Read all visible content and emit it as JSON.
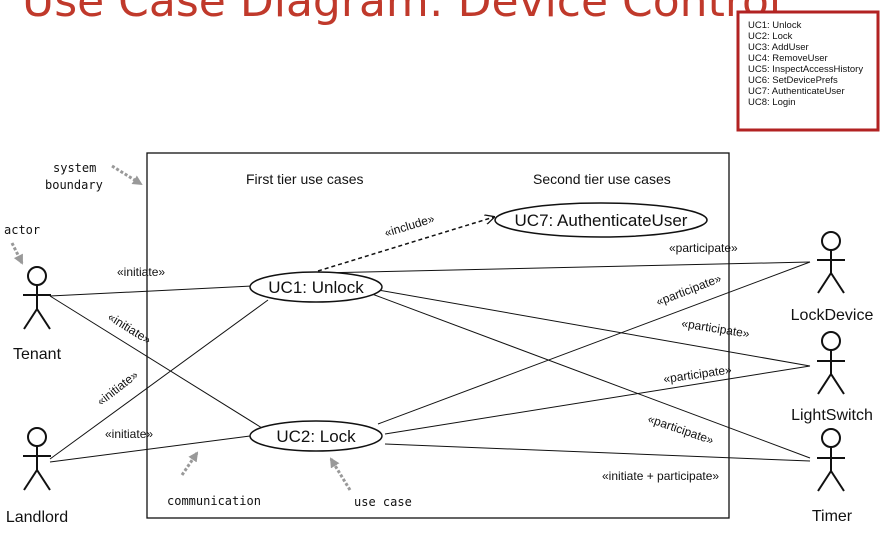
{
  "title": "Use Case Diagram: Device Control",
  "legend": {
    "lines": [
      "UC1: Unlock",
      "UC2: Lock",
      "UC3: AddUser",
      "UC4: RemoveUser",
      "UC5: InspectAccessHistory",
      "UC6: SetDevicePrefs",
      "UC7: AuthenticateUser",
      "UC8: Login"
    ]
  },
  "tiers": {
    "first": "First tier use cases",
    "second": "Second tier use cases"
  },
  "use_cases": {
    "uc1": "UC1: Unlock",
    "uc2": "UC2: Lock",
    "uc7": "UC7: AuthenticateUser"
  },
  "actors": {
    "tenant": "Tenant",
    "landlord": "Landlord",
    "lockdevice": "LockDevice",
    "lightswitch": "LightSwitch",
    "timer": "Timer"
  },
  "notes": {
    "system_boundary_1": "system",
    "system_boundary_2": "boundary",
    "actor": "actor",
    "communication": "communication",
    "use_case": "use case"
  },
  "labels": {
    "include": "«include»",
    "initiate_tenant_uc1": "«initiate»",
    "initiate_tenant_uc2": "«initiate»",
    "initiate_landlord_uc1": "«initiate»",
    "initiate_landlord_uc2": "«initiate»",
    "participate_uc1_lockdevice": "«participate»",
    "participate_uc2_lockdevice": "«participate»",
    "participate_uc1_lightswitch": "«participate»",
    "participate_uc2_lightswitch": "«participate»",
    "participate_uc1_timer": "«participate»",
    "initiate_participate_timer": "«initiate + participate»"
  },
  "colors": {
    "title": "#c0392b",
    "legend_border": "#b22222",
    "note_arrow": "#999999"
  }
}
